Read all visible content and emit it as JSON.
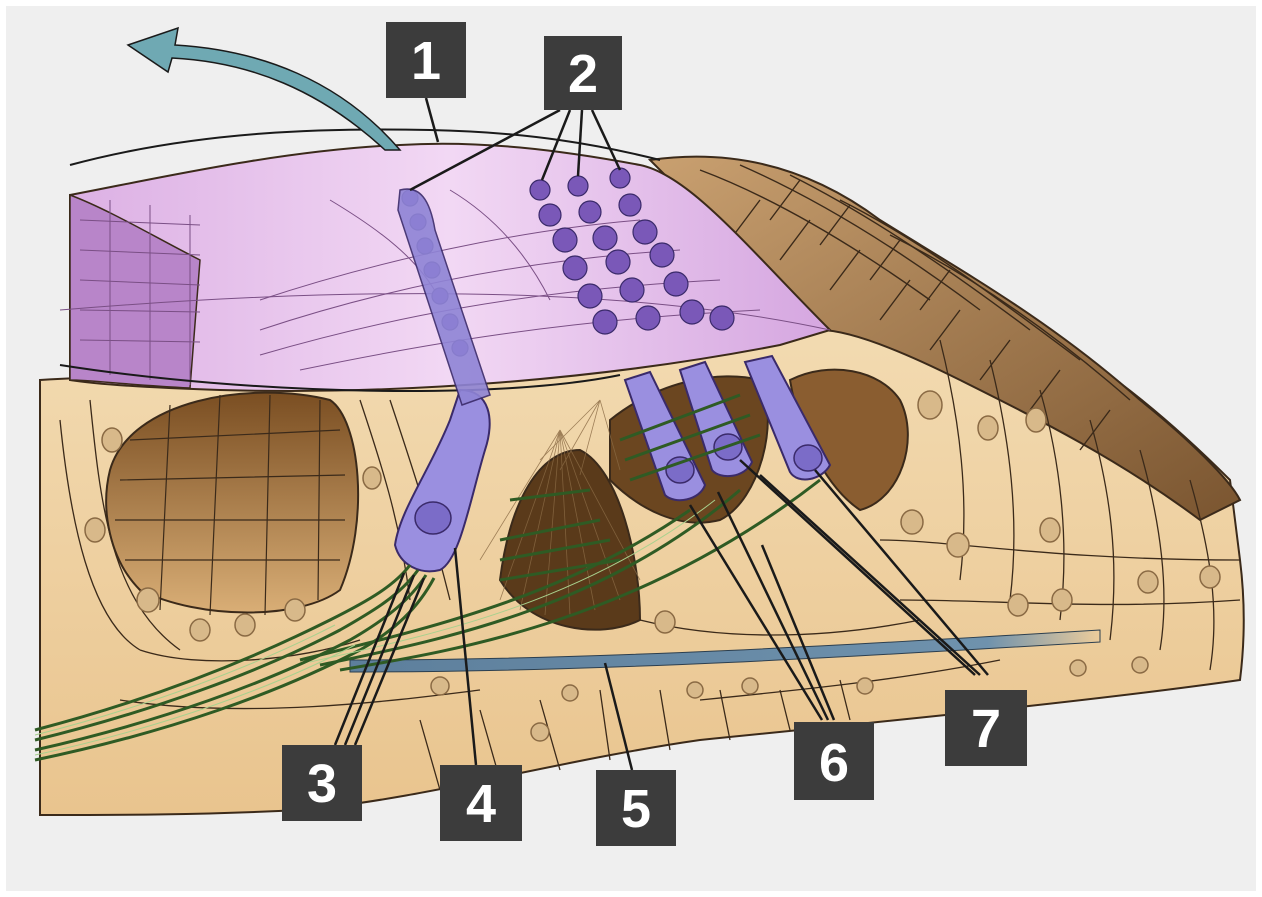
{
  "diagram": {
    "labels": [
      {
        "id": "1",
        "text": "1"
      },
      {
        "id": "2",
        "text": "2"
      },
      {
        "id": "3",
        "text": "3"
      },
      {
        "id": "4",
        "text": "4"
      },
      {
        "id": "5",
        "text": "5"
      },
      {
        "id": "6",
        "text": "6"
      },
      {
        "id": "7",
        "text": "7"
      }
    ],
    "colors": {
      "background": "#efefef",
      "label_box": "#3c3c3c",
      "label_text": "#ffffff",
      "membrane": "#e8c6ec",
      "membrane_dark": "#c99fd6",
      "hair_cell": "#9a8fe0",
      "support_tissue": "#f1d4a6",
      "tissue_shadow": "#8a6a44",
      "nucleus": "#d2b486",
      "nerve_fiber": "#2f5b24",
      "basilar_membrane": "#6d8ea8",
      "arrow": "#6fa9b3"
    }
  }
}
